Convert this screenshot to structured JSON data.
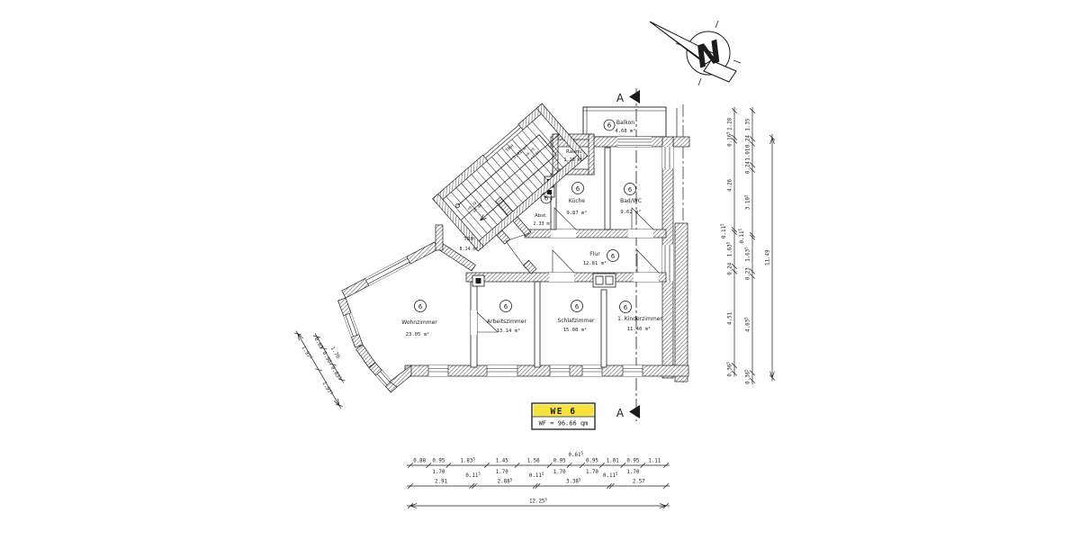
{
  "plan": {
    "unit_marker": "6",
    "section_label": "A",
    "north_label": "N",
    "title_box": {
      "line1": "WE 6",
      "line2": "WF = 96.66 qm"
    },
    "rooms": [
      {
        "id": "balkon",
        "name": "Balkon",
        "area": "4.68 m²"
      },
      {
        "id": "raum",
        "name": "Raum",
        "area": "1.29 m²"
      },
      {
        "id": "kueche",
        "name": "Küche",
        "area": "9.87 m²"
      },
      {
        "id": "bad",
        "name": "Bad/WC",
        "area": "9.62 m²"
      },
      {
        "id": "abst",
        "name": "Abst.",
        "area": "2.33 m²"
      },
      {
        "id": "trh-oben",
        "name": "TRH",
        "area": "3.41 m²"
      },
      {
        "id": "trh",
        "name": "TRH",
        "area": "8.14 m²"
      },
      {
        "id": "flur",
        "name": "Flur",
        "area": "12.81 m²"
      },
      {
        "id": "wohnzimmer",
        "name": "Wohnzimmer",
        "area": "23.05 m²"
      },
      {
        "id": "arbeitszimmer",
        "name": "Arbeitszimmer",
        "area": "13.14 m²"
      },
      {
        "id": "schlafzimmer",
        "name": "Schlafzimmer",
        "area": "15.08 m²"
      },
      {
        "id": "kinderzimmer",
        "name": "1. Kinderzimmer",
        "area": "11.40 m²"
      }
    ],
    "stair_notes_upper": [
      "+8.29",
      "+2.04"
    ],
    "stair_notes_lower": [
      "+0.29",
      "±0.00"
    ]
  },
  "dimensions": {
    "bottom_row1": [
      {
        "v": "0.88"
      },
      {
        "v": "0.95",
        "den": "1.70"
      },
      {
        "v": "1.83",
        "half": true
      },
      {
        "v": "1.45",
        "den": "1.70"
      },
      {
        "v": "1.56"
      },
      {
        "v": "0.95",
        "den": "1.70"
      },
      {
        "v": "0.61",
        "half": true,
        "raised": true
      },
      {
        "v": "0.95",
        "den": "1.70"
      },
      {
        "v": "1.01"
      },
      {
        "v": "0.95",
        "den": "1.70"
      },
      {
        "v": "1.11"
      }
    ],
    "bottom_row2": [
      {
        "v": "2.91"
      },
      {
        "v": "0.11",
        "half": true,
        "raised": true
      },
      {
        "v": "2.88",
        "half": true
      },
      {
        "v": "0.11",
        "half": true,
        "raised": true
      },
      {
        "v": "3.38",
        "half": true
      },
      {
        "v": "0.11",
        "half": true,
        "raised": true
      },
      {
        "v": "2.57"
      }
    ],
    "bottom_total": [
      {
        "v": "12.25",
        "half": true
      }
    ],
    "right_col1": [
      {
        "v": "1.28"
      },
      {
        "v": "0.16",
        "half": true
      },
      {
        "v": "4.26"
      },
      {
        "v": "0.11",
        "half": true,
        "raised": true
      },
      {
        "v": "1.63",
        "half": true
      },
      {
        "v": "0.24"
      },
      {
        "v": "4.51"
      },
      {
        "v": "0.36",
        "half": true
      }
    ],
    "right_col2": [
      {
        "v": "1.35"
      },
      {
        "v": "0.24"
      },
      {
        "v": "1.01"
      },
      {
        "v": "0.24"
      },
      {
        "v": "3.10",
        "half": true
      },
      {
        "v": "0.11",
        "half": true,
        "raised": true
      },
      {
        "v": "1.63",
        "half": true
      },
      {
        "v": "0.23"
      },
      {
        "v": "4.63",
        "half": true
      },
      {
        "v": "0.36",
        "half": true
      }
    ],
    "right_total": [
      {
        "v": "11.49"
      }
    ],
    "left_diag_outer": [
      {
        "v": "1.97",
        "half": true
      },
      {
        "v": "1.97",
        "half": true
      }
    ],
    "left_diag_inner": [
      {
        "v": "0.65"
      },
      {
        "v": "0.90",
        "den": "1.70"
      },
      {
        "v": "0.83",
        "half": true
      }
    ]
  },
  "colors": {
    "paper": "#ffffff",
    "ink": "#1c1c1c",
    "highlight": "#f6e33e",
    "highlight_text": "#b0a000"
  }
}
